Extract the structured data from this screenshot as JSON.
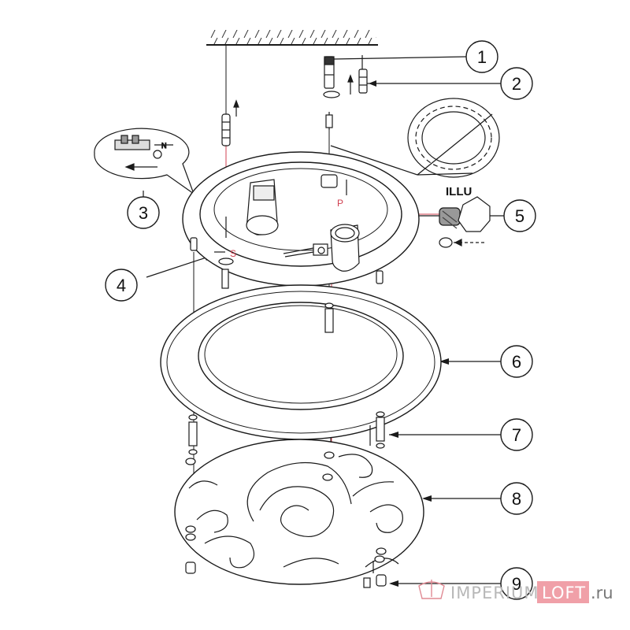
{
  "callouts": [
    {
      "number": "1"
    },
    {
      "number": "2"
    },
    {
      "number": "3"
    },
    {
      "number": "4"
    },
    {
      "number": "5"
    },
    {
      "number": "6"
    },
    {
      "number": "7"
    },
    {
      "number": "8"
    },
    {
      "number": "9"
    }
  ],
  "labels": {
    "illu": "ILLU",
    "wire_p": "P",
    "wire_s": "S",
    "inset_n": "N"
  },
  "watermark": {
    "part1": "IMPERIUM",
    "part2": "LOFT",
    "part3": ".ru"
  },
  "colors": {
    "line": "#1a1a1a",
    "wire": "#d04050",
    "watermark_box": "#f0a0a8",
    "watermark_text": "#b8b8b8"
  }
}
